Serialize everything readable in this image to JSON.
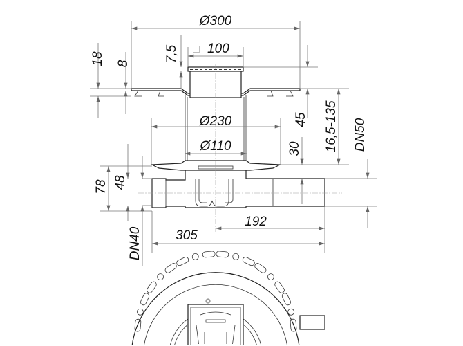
{
  "title": "Drain body technical drawing",
  "dimensions": {
    "outer_diameter": "Ø300",
    "grate_size": "100",
    "grate_square_symbol": "□",
    "flange_height": "18",
    "flange_thickness": "8",
    "grate_offset": "7,5",
    "clamp_diameter": "Ø230",
    "tube_diameter": "Ø110",
    "upper_height": "45",
    "height_range": "16,5-135",
    "outlet_size": "DN50",
    "lower_gap": "30",
    "body_height": "78",
    "outlet_height": "48",
    "inlet_size": "DN40",
    "total_length": "305",
    "outlet_length": "192"
  }
}
